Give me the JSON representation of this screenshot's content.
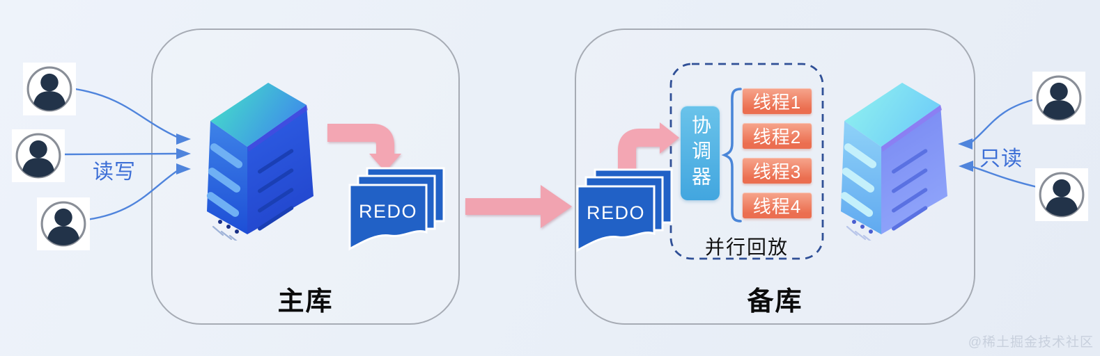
{
  "primary": {
    "label": "主库",
    "client_flow_label": "读写",
    "redo_label": "REDO",
    "user_count": 3
  },
  "standby": {
    "label": "备库",
    "client_flow_label": "只读",
    "redo_label": "REDO",
    "coordinator_label": "协调器",
    "replay": {
      "label": "并行回放",
      "threads": [
        "线程1",
        "线程2",
        "线程3",
        "线程4"
      ]
    },
    "user_count": 2
  },
  "watermark": "@稀土掘金技术社区",
  "colors": {
    "arrow_pink": "#f3a6b3",
    "connector_blue": "#4f84dc",
    "redo_blue": "#2161c6",
    "coordinator_blue": "#42a6df",
    "thread_orange": "#eb6e50",
    "dashed_border_blue": "#2f4f96",
    "group_border_gray": "#a6abb4",
    "flow_text_blue": "#3d6fd6",
    "label_black": "#0b0b0b"
  }
}
